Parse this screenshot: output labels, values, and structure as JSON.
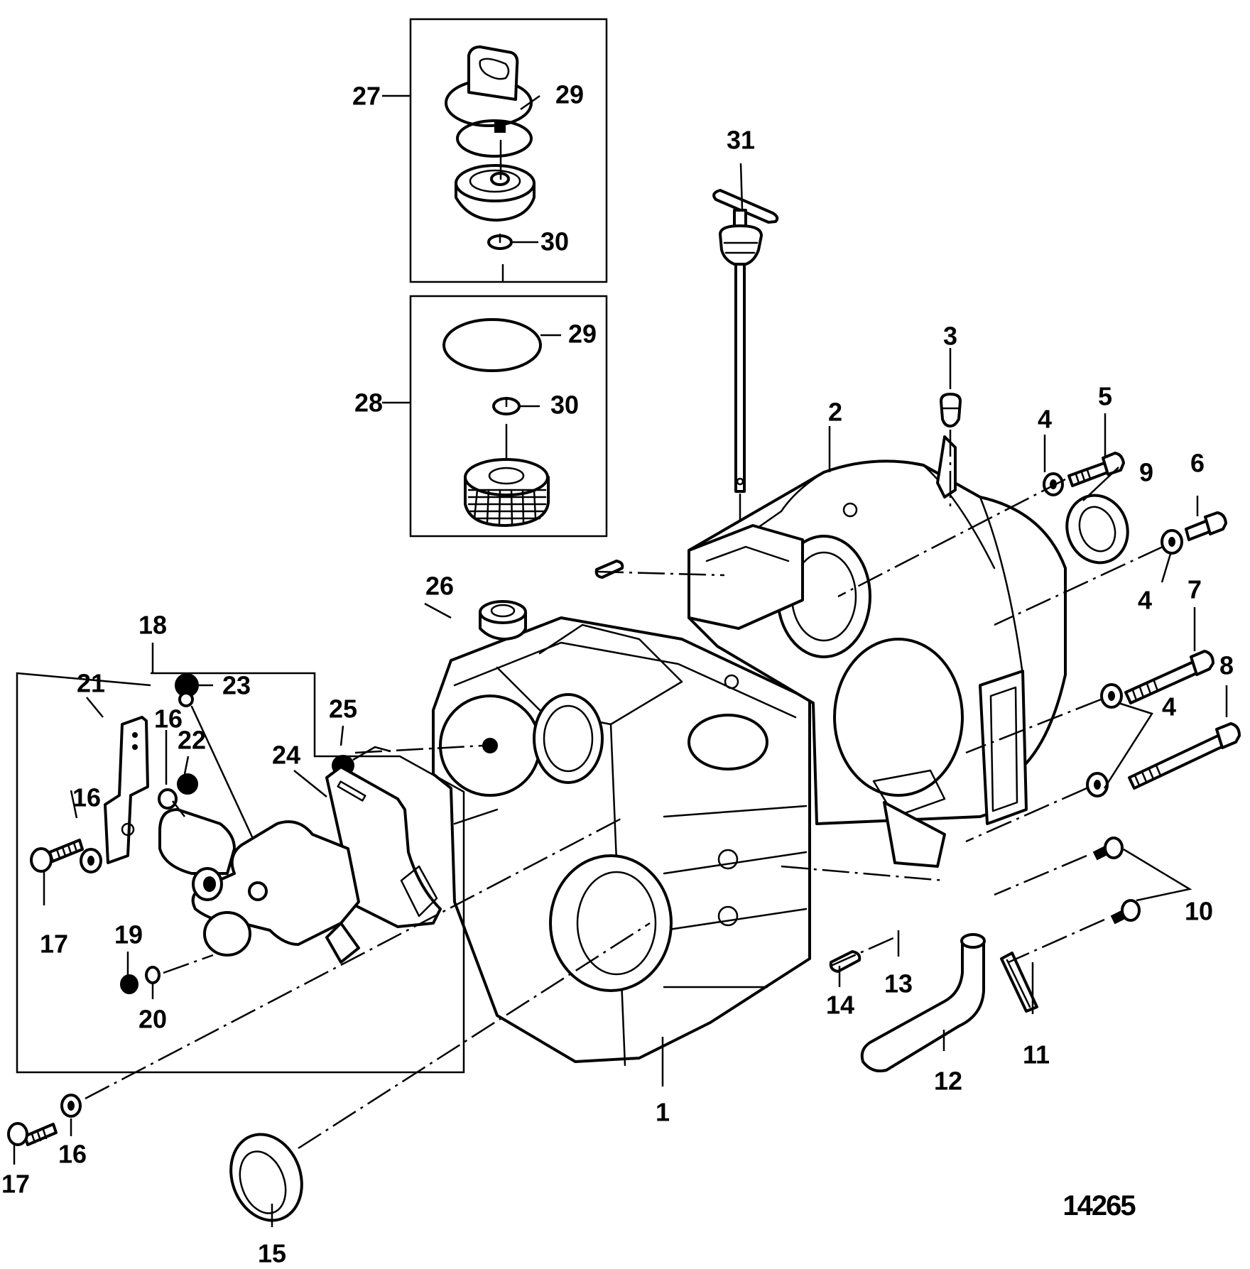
{
  "figure": {
    "figure_number": "14265",
    "type": "exploded parts diagram",
    "background_color": "#ffffff",
    "ink_color": "#000000"
  },
  "callouts": [
    {
      "id": "c1",
      "label": "1"
    },
    {
      "id": "c2",
      "label": "2"
    },
    {
      "id": "c3",
      "label": "3"
    },
    {
      "id": "c4a",
      "label": "4"
    },
    {
      "id": "c4b",
      "label": "4"
    },
    {
      "id": "c4c",
      "label": "4"
    },
    {
      "id": "c5",
      "label": "5"
    },
    {
      "id": "c6",
      "label": "6"
    },
    {
      "id": "c7",
      "label": "7"
    },
    {
      "id": "c8",
      "label": "8"
    },
    {
      "id": "c9",
      "label": "9"
    },
    {
      "id": "c10",
      "label": "10"
    },
    {
      "id": "c11",
      "label": "11"
    },
    {
      "id": "c12",
      "label": "12"
    },
    {
      "id": "c13",
      "label": "13"
    },
    {
      "id": "c14",
      "label": "14"
    },
    {
      "id": "c15",
      "label": "15"
    },
    {
      "id": "c16a",
      "label": "16"
    },
    {
      "id": "c16b",
      "label": "16"
    },
    {
      "id": "c16c",
      "label": "16"
    },
    {
      "id": "c17a",
      "label": "17"
    },
    {
      "id": "c17b",
      "label": "17"
    },
    {
      "id": "c18",
      "label": "18"
    },
    {
      "id": "c19",
      "label": "19"
    },
    {
      "id": "c20",
      "label": "20"
    },
    {
      "id": "c21",
      "label": "21"
    },
    {
      "id": "c22",
      "label": "22"
    },
    {
      "id": "c23",
      "label": "23"
    },
    {
      "id": "c24",
      "label": "24"
    },
    {
      "id": "c25",
      "label": "25"
    },
    {
      "id": "c26",
      "label": "26"
    },
    {
      "id": "c27",
      "label": "27"
    },
    {
      "id": "c28",
      "label": "28"
    },
    {
      "id": "c29a",
      "label": "29"
    },
    {
      "id": "c29b",
      "label": "29"
    },
    {
      "id": "c30a",
      "label": "30"
    },
    {
      "id": "c30b",
      "label": "30"
    },
    {
      "id": "c31",
      "label": "31"
    }
  ],
  "kits": [
    {
      "id": "kit27",
      "label": "27",
      "contains": [
        "29",
        "30"
      ]
    },
    {
      "id": "kit28",
      "label": "28",
      "contains": [
        "29",
        "30"
      ]
    },
    {
      "id": "kit18",
      "label": "18",
      "contains": [
        "16",
        "17",
        "19",
        "20",
        "21",
        "22",
        "23",
        "24"
      ]
    }
  ]
}
